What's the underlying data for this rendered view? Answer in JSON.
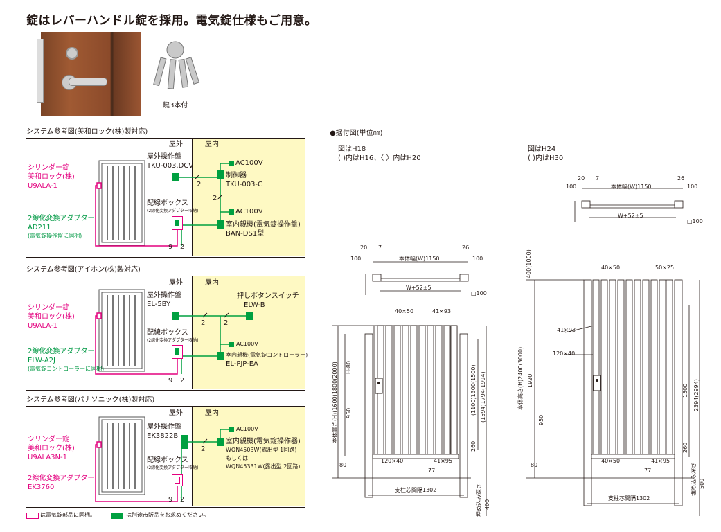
{
  "heading": "錠はレバーハンドル錠を採用。電気錠仕様もご用意。",
  "key_caption": "鍵3本付",
  "colors": {
    "pink": "#e4007f",
    "green": "#00a040",
    "yellow": "#fef9c3"
  },
  "systems": [
    {
      "title": "システム参考図(美和ロック(株)製対応)",
      "outdoor": "屋外",
      "indoor": "屋内",
      "outdoor_panel_label": "屋外操作盤",
      "outdoor_panel_model": "TKU-003.DCV",
      "controller_label": "制御器",
      "controller_model": "TKU-003-C",
      "ac1": "AC100V",
      "ac2": "AC100V",
      "indoor_unit_label": "室内親機(電気錠操作盤)",
      "indoor_unit_model": "BAN-DS1型",
      "cylinder_label": "シリンダー錠",
      "cylinder_maker": "美和ロック(株)",
      "cylinder_model": "U9ALA-1",
      "adapter_label": "2線化変換アダプター",
      "adapter_model": "AD211",
      "adapter_note": "(電気錠操作盤に同梱)",
      "box_label": "配線ボックス",
      "box_note": "(2線化変換アダプター収納)",
      "n9": "9",
      "n2a": "2",
      "n2b": "2",
      "n2c": "2"
    },
    {
      "title": "システム参考図(アイホン(株)製対応)",
      "outdoor": "屋外",
      "indoor": "屋内",
      "outdoor_panel_label": "屋外操作盤",
      "outdoor_panel_model": "EL-5BY",
      "switch_label": "押しボタンスイッチ",
      "switch_model": "ELW-B",
      "ac1": "AC100V",
      "indoor_unit_label": "室内親機(電気錠コントローラー)",
      "indoor_unit_model": "EL-PJP-EA",
      "cylinder_label": "シリンダー錠",
      "cylinder_maker": "美和ロック(株)",
      "cylinder_model": "U9ALA-1",
      "adapter_label": "2線化変換アダプター",
      "adapter_model": "ELW-A2J",
      "adapter_note": "(電気錠コントローラーに同梱)",
      "box_label": "配線ボックス",
      "box_note": "(2線化変換アダプター収納)",
      "n9": "9",
      "n2a": "2",
      "n2b": "2",
      "n2c": "2"
    },
    {
      "title": "システム参考図(パナソニック(株)製対応)",
      "outdoor": "屋外",
      "indoor": "屋内",
      "outdoor_panel_label": "屋外操作盤",
      "outdoor_panel_model": "EK3822B",
      "ac1": "AC100V",
      "indoor_unit_label": "室内親機(電気錠操作器)",
      "indoor_unit_model": "WQN4503W(露出型 1回路)",
      "indoor_unit_or": "もしくは",
      "indoor_unit_model2": "WQN45331W(露出型 2回路)",
      "cylinder_label": "シリンダー錠",
      "cylinder_maker": "美和ロック(株)",
      "cylinder_model": "U9ALA3N-1",
      "adapter_label": "2線化変換アダプター",
      "adapter_model": "EK3760",
      "box_label": "配線ボックス",
      "box_note": "(2線化変換アダプター収納)",
      "n9": "9",
      "n2a": "2",
      "n2b": "2"
    }
  ],
  "legend": {
    "pink_text": "は電気錠部品に同梱。",
    "green_text": "は別途市販品をお求めください。"
  },
  "install": {
    "title": "●据付図(単位㎜)",
    "h18_note1": "図はH18",
    "h18_note2": "( )内はH16、〈 〉内はH20",
    "h24_note1": "図はH24",
    "h24_note2": "( )内はH30",
    "plan": {
      "d20": "20",
      "d7": "7",
      "d26": "26",
      "d100a": "100",
      "d100b": "100",
      "width": "本体幅(W)1150",
      "w52": "W+52±5",
      "post": "□100",
      "d100c": "100"
    },
    "h18": {
      "s40x50": "40×50",
      "s41x93": "41×93",
      "s120x40": "120×40",
      "s41x95": "41×95",
      "d77": "77",
      "height": "本体高さ(H)(1600)1800(2000)",
      "h80": "H-80",
      "d950": "950",
      "d80": "80",
      "inner": "(1100)1300(1500)",
      "outer": "(1594)1794(1994)",
      "d260": "260",
      "span": "支柱芯間隔1302",
      "embed": "埋め込み深さ",
      "d400": "400"
    },
    "h24": {
      "s40x50": "40×50",
      "s50x25": "50×25",
      "s41x93": "41×93",
      "s120x40": "120×40",
      "s41x95": "41×95",
      "d77": "77",
      "top": "400(1000)",
      "height": "本体高さ(H)2400(3000)",
      "d1920": "1920",
      "d950": "950",
      "d80": "80",
      "d1500": "1500",
      "outer": "2394(2994)",
      "d260": "260",
      "span": "支柱芯間隔1302",
      "embed": "埋め込み深さ",
      "d500": "500"
    }
  }
}
